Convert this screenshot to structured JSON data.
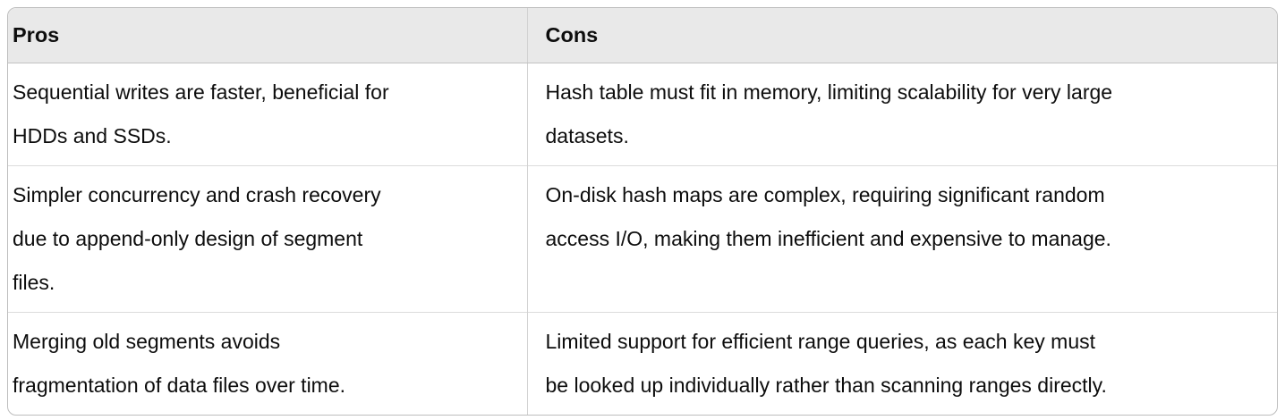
{
  "colors": {
    "background": "#ffffff",
    "header_bg": "#e9e9e9",
    "outer_border": "#bdbdbd",
    "header_divider": "#c2c2c2",
    "row_divider": "#dcdcdc",
    "column_divider": "#d2d2d2",
    "text": "#0d0d0d"
  },
  "table": {
    "columns": [
      {
        "label": "Pros"
      },
      {
        "label": "Cons"
      }
    ],
    "rows": [
      {
        "pros": [
          "Sequential writes are faster, beneficial for",
          "HDDs and SSDs."
        ],
        "cons": [
          "Hash table must fit in memory, limiting scalability for very large",
          "datasets."
        ]
      },
      {
        "pros": [
          "Simpler concurrency and crash recovery",
          "due to append-only design of segment",
          "files."
        ],
        "cons": [
          "On-disk hash maps are complex, requiring significant random",
          "access I/O, making them inefficient and expensive to manage."
        ]
      },
      {
        "pros": [
          "Merging old segments avoids",
          "fragmentation of data files over time."
        ],
        "cons": [
          "Limited support for efficient range queries, as each key must",
          "be looked up individually rather than scanning ranges directly."
        ]
      }
    ]
  }
}
